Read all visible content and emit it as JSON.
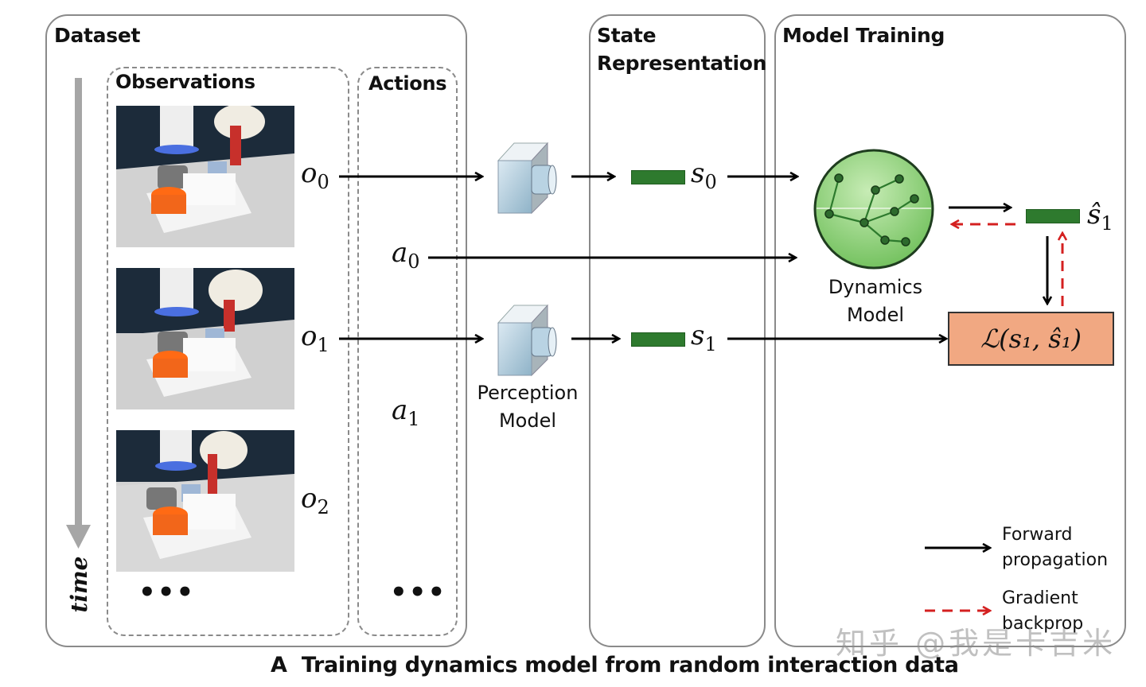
{
  "panels": {
    "dataset": {
      "title": "Dataset"
    },
    "observations": {
      "title": "Observations"
    },
    "actions": {
      "title": "Actions"
    },
    "state_representation": {
      "title_line1": "State",
      "title_line2": "Representation"
    },
    "model_training": {
      "title": "Model Training"
    }
  },
  "time_axis": {
    "label": "time"
  },
  "observations": [
    {
      "symbol": "o",
      "subscript": "0"
    },
    {
      "symbol": "o",
      "subscript": "1"
    },
    {
      "symbol": "o",
      "subscript": "2"
    }
  ],
  "actions": [
    {
      "symbol": "a",
      "subscript": "0"
    },
    {
      "symbol": "a",
      "subscript": "1"
    }
  ],
  "ellipsis": "•••",
  "perception_model": {
    "label_line1": "Perception",
    "label_line2": "Model",
    "icon": "camera-icon"
  },
  "states": [
    {
      "symbol": "s",
      "subscript": "0"
    },
    {
      "symbol": "s",
      "subscript": "1"
    }
  ],
  "predicted_state": {
    "symbol": "ŝ",
    "subscript": "1"
  },
  "dynamics_model": {
    "label_line1": "Dynamics",
    "label_line2": "Model",
    "icon": "neural-network-globe-icon"
  },
  "loss": {
    "text": "ℒ(s₁, ŝ₁)",
    "color": "#f1a882"
  },
  "legend": {
    "forward": {
      "line1": "Forward",
      "line2": "propagation",
      "color": "#000000"
    },
    "gradient": {
      "line1": "Gradient",
      "line2": "backprop",
      "color": "#d42020"
    }
  },
  "colors": {
    "state_vector": "#2e7a2e",
    "dynamics_globe": "#8fd07a",
    "panel_border": "#8a8a8a"
  },
  "caption": {
    "label": "A",
    "text": "Training dynamics model from random interaction data"
  },
  "watermark": "知乎 @我是卡吉米"
}
